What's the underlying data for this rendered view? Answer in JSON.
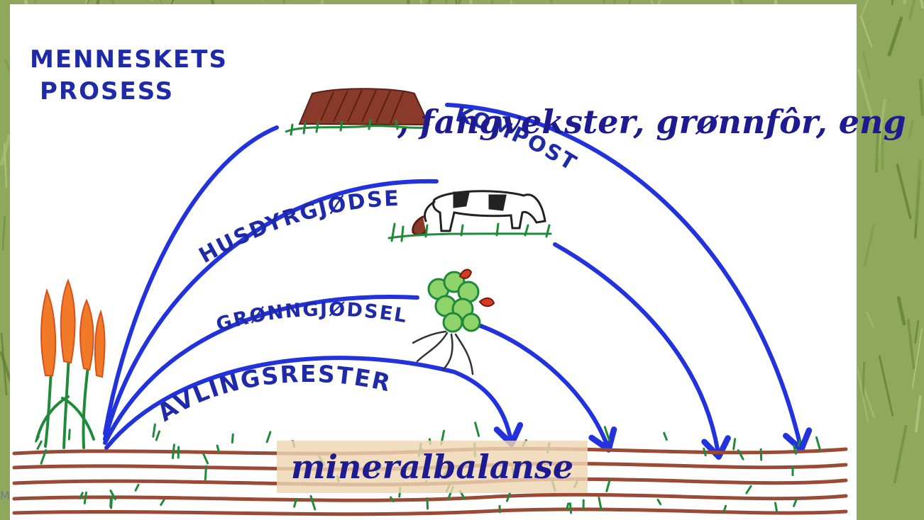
{
  "title_overlay": ", fangvekster, grønnfôr, eng",
  "bottom_label": "mineralbalanse",
  "corner_mark": "M",
  "diagram": {
    "heading_line1": "MENNESKETS",
    "heading_line2": "PROSESS",
    "arc_labels": {
      "kompost": "KOMPOST",
      "husdyrgjodsel": "HUSDYRGJØDSEL",
      "gronngjodsel": "GRØNNGJØDSEL",
      "avlingsrester": "AVLINGSRESTER"
    }
  },
  "colors": {
    "arrow_blue": "#2233dd",
    "soil_brown": "#9a4a35",
    "crop_orange": "#f06a1e",
    "plant_green": "#1f8a3a",
    "text_blue": "#1e1a8f"
  }
}
